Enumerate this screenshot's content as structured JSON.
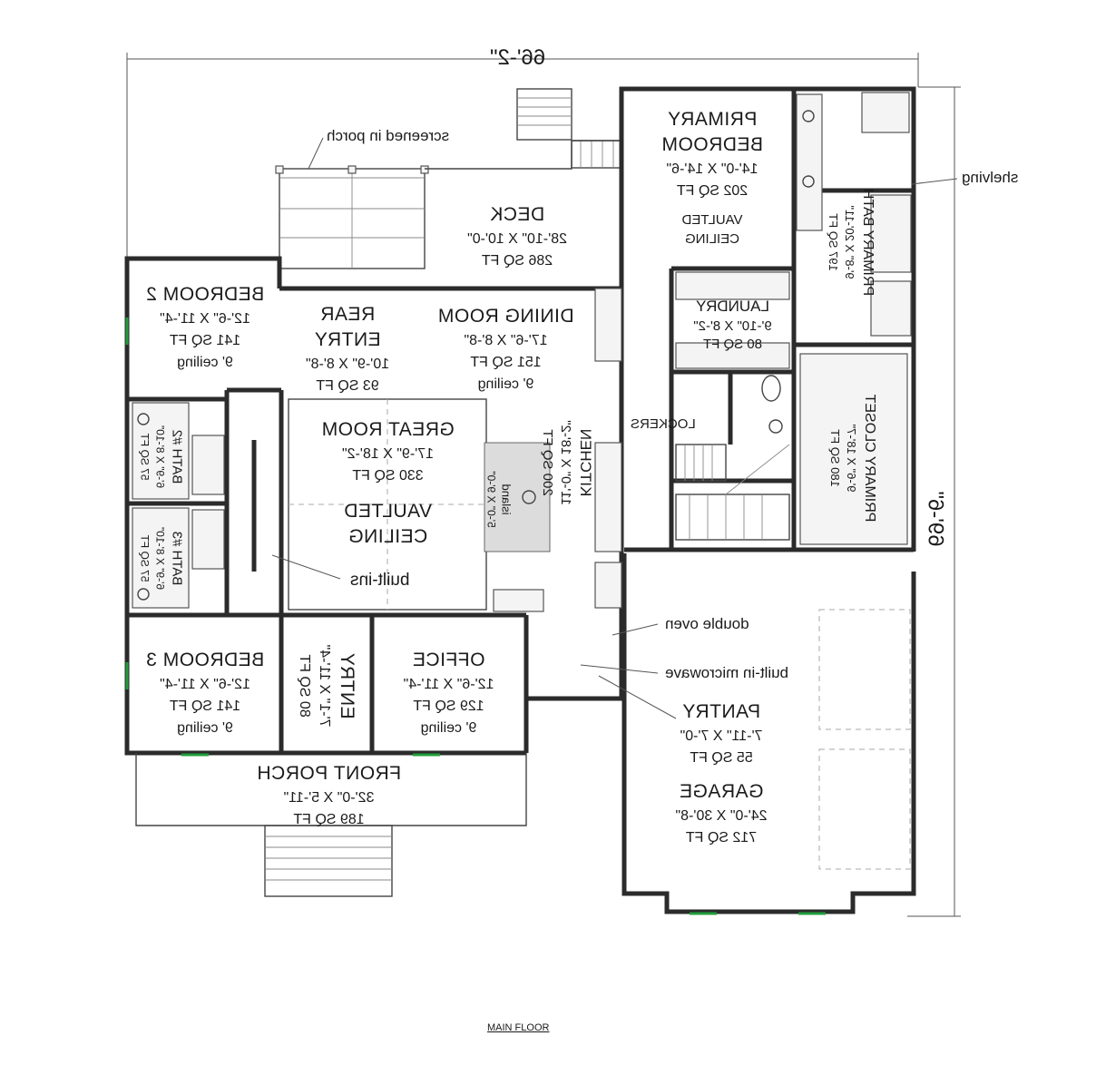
{
  "overall": {
    "width": "66'-2\"",
    "depth": "69'-6\""
  },
  "caption": "MAIN FLOOR",
  "rooms": {
    "primary_bedroom": {
      "name_1": "PRIMARY",
      "name_2": "BEDROOM",
      "dims": "14'-0\" X 14'-6\"",
      "area": "202 SQ FT",
      "note_1": "VAULTED",
      "note_2": "CEILING"
    },
    "primary_bath": {
      "name": "PRIMARY BATH",
      "dims": "9'-8\" X 20'-11\"",
      "area": "197 SQ FT"
    },
    "deck": {
      "name": "DECK",
      "dims": "28'-10\" X 10'-0\"",
      "area": "286 SQ FT"
    },
    "bedroom2": {
      "name": "BEDROOM 2",
      "dims": "12'-6\" X 11'-4\"",
      "area": "141 SQ FT",
      "note": "9' ceiling"
    },
    "rear_entry": {
      "name_1": "REAR",
      "name_2": "ENTRY",
      "dims": "10'-9\" X 8'-8\"",
      "area": "93 SQ FT"
    },
    "dining_room": {
      "name": "DINING ROOM",
      "dims": "17'-6\" X 8'-8\"",
      "area": "151 SQ FT",
      "note": "9' ceiling"
    },
    "laundry": {
      "name": "LAUNDRY",
      "dims": "9'-10\" X 8'-2\"",
      "area": "80 SQ FT"
    },
    "lockers": {
      "name": "LOCKERS"
    },
    "primary_closet": {
      "name": "PRIMARY CLOSET",
      "dims": "9'-6\" X 18'-7\"",
      "area": "180 SQ FT"
    },
    "bath2": {
      "name": "BATH #2",
      "dims": "6'-9\" X 8'-10\"",
      "area": "57 SQ FT"
    },
    "great_room": {
      "name": "GREAT ROOM",
      "dims": "17'-9\" X 18'-2\"",
      "area": "330 SQ FT",
      "note_1": "VAULTED",
      "note_2": "CEILING"
    },
    "kitchen": {
      "name": "KITCHEN",
      "dims": "11'-0\" X 18'-2\"",
      "area": "200 SQ FT"
    },
    "island": {
      "name": "island",
      "dims": "5'-0\" X 9'-0\""
    },
    "bath3": {
      "name": "BATH #3",
      "dims": "6'-9\" X 8'-10\"",
      "area": "57 SQ FT"
    },
    "bedroom3": {
      "name": "BEDROOM 3",
      "dims": "12'-6\" X 11'-4\"",
      "area": "141 SQ FT",
      "note": "9' ceiling"
    },
    "entry": {
      "name": "ENTRY",
      "dims": "7'-1\" X 11'-4\"",
      "area": "80 SQ FT"
    },
    "office": {
      "name": "OFFICE",
      "dims": "12'-6\" X 11'-4\"",
      "area": "129 SQ FT",
      "note": "9' ceiling"
    },
    "pantry": {
      "name": "PANTRY",
      "dims": "7'-11\" X 7'-0\"",
      "area": "55 SQ FT"
    },
    "garage": {
      "name": "GARAGE",
      "dims": "24'-0\" X 30'-8\"",
      "area": "712 SQ FT"
    },
    "front_porch": {
      "name": "FRONT PORCH",
      "dims": "32'-0\" X 5'-11\"",
      "area": "189 SQ FT"
    }
  },
  "callouts": {
    "screened_porch": "screened in porch",
    "shelving": "shelving",
    "built_ins": "built-ins",
    "double_oven": "double oven",
    "built_in_microwave": "built-in microwave"
  }
}
